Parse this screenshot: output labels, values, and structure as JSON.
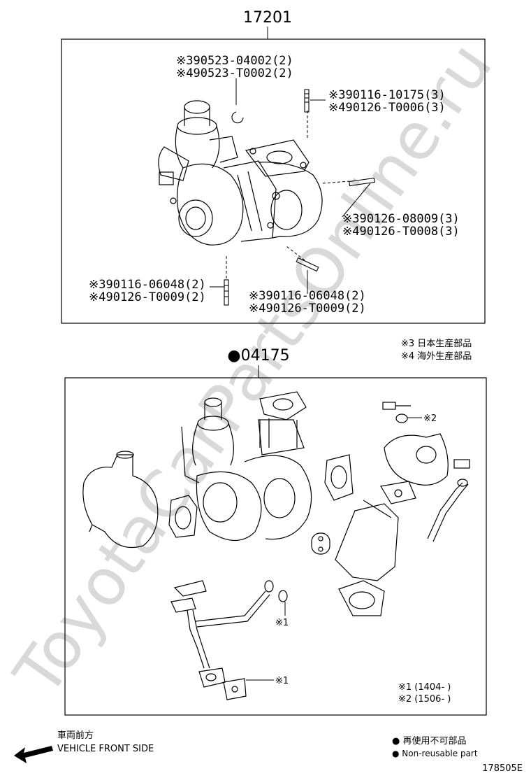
{
  "watermark": "ToyotaCarPartsOnline.ru",
  "top_section": {
    "part_number": "17201",
    "callouts": [
      {
        "a": "※390523-04002(2)",
        "b": "※490523-T0002(2)"
      },
      {
        "a": "※390116-10175(3)",
        "b": "※490126-T0006(3)"
      },
      {
        "a": "※390126-08009(3)",
        "b": "※490126-T0008(3)"
      },
      {
        "a": "※390116-06048(2)",
        "b": "※490126-T0009(2)"
      },
      {
        "a": "※390116-06048(2)",
        "b": "※490126-T0009(2)"
      }
    ]
  },
  "legend_notes": {
    "note3": "※3 日本生産部品",
    "note4": "※4 海外生産部品"
  },
  "bottom_section": {
    "part_number": "●04175",
    "mark_2": "※2",
    "mark_1a": "※1",
    "mark_1b": "※1",
    "date_1": "※1 (1404-       )",
    "date_2": "※2 (1506-       )"
  },
  "footer": {
    "direction_jp": "車両前方",
    "direction_en": "VEHICLE FRONT SIDE",
    "nonreusable_jp": "● 再使用不可部品",
    "nonreusable_en": "● Non-reusable part",
    "figure_id": "178505E"
  }
}
